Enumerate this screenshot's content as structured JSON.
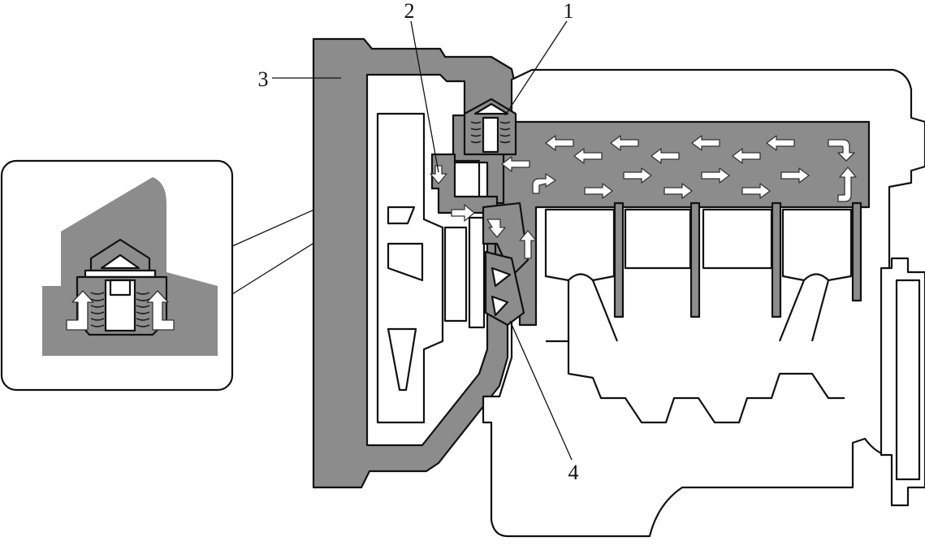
{
  "diagram": {
    "callouts": [
      {
        "id": "1",
        "label": "1"
      },
      {
        "id": "2",
        "label": "2"
      },
      {
        "id": "3",
        "label": "3"
      },
      {
        "id": "4",
        "label": "4"
      }
    ],
    "colors": {
      "coolant_fill": "#8c8c8c",
      "outline": "#111111",
      "background": "#ffffff",
      "flow_arrow": "#ffffff"
    },
    "icons": [
      "flow-arrow-icon",
      "thermostat-icon",
      "spring-icon"
    ]
  }
}
